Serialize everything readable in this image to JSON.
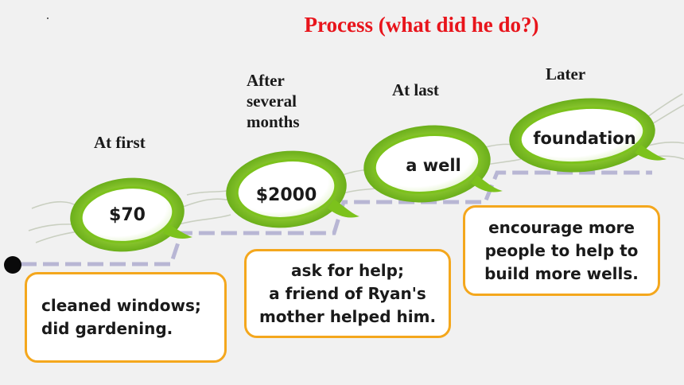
{
  "title": "Process (what did he do?)",
  "stages": [
    {
      "label": [
        "At first"
      ],
      "amount": "$70",
      "note": [
        "cleaned windows;",
        "did gardening."
      ]
    },
    {
      "label": [
        "After",
        "several",
        "months"
      ],
      "amount": "$2000",
      "note": [
        "ask for help;",
        "a friend of Ryan's",
        "mother helped him."
      ]
    },
    {
      "label": [
        "At last"
      ],
      "amount": "a well"
    },
    {
      "label": [
        "Later"
      ],
      "amount": "foundation",
      "note": [
        "encourage more",
        "people to help to",
        "build more wells."
      ]
    }
  ],
  "colors": {
    "title": "#e8141b",
    "leaf_outer": "#7cc21c",
    "leaf_inner": "#b7e05a",
    "path": "#b8b6d4",
    "callout_border": "#f4a71d"
  },
  "icons": {
    "path_start": "dot-marker",
    "bubble": "leaf-bubble"
  }
}
